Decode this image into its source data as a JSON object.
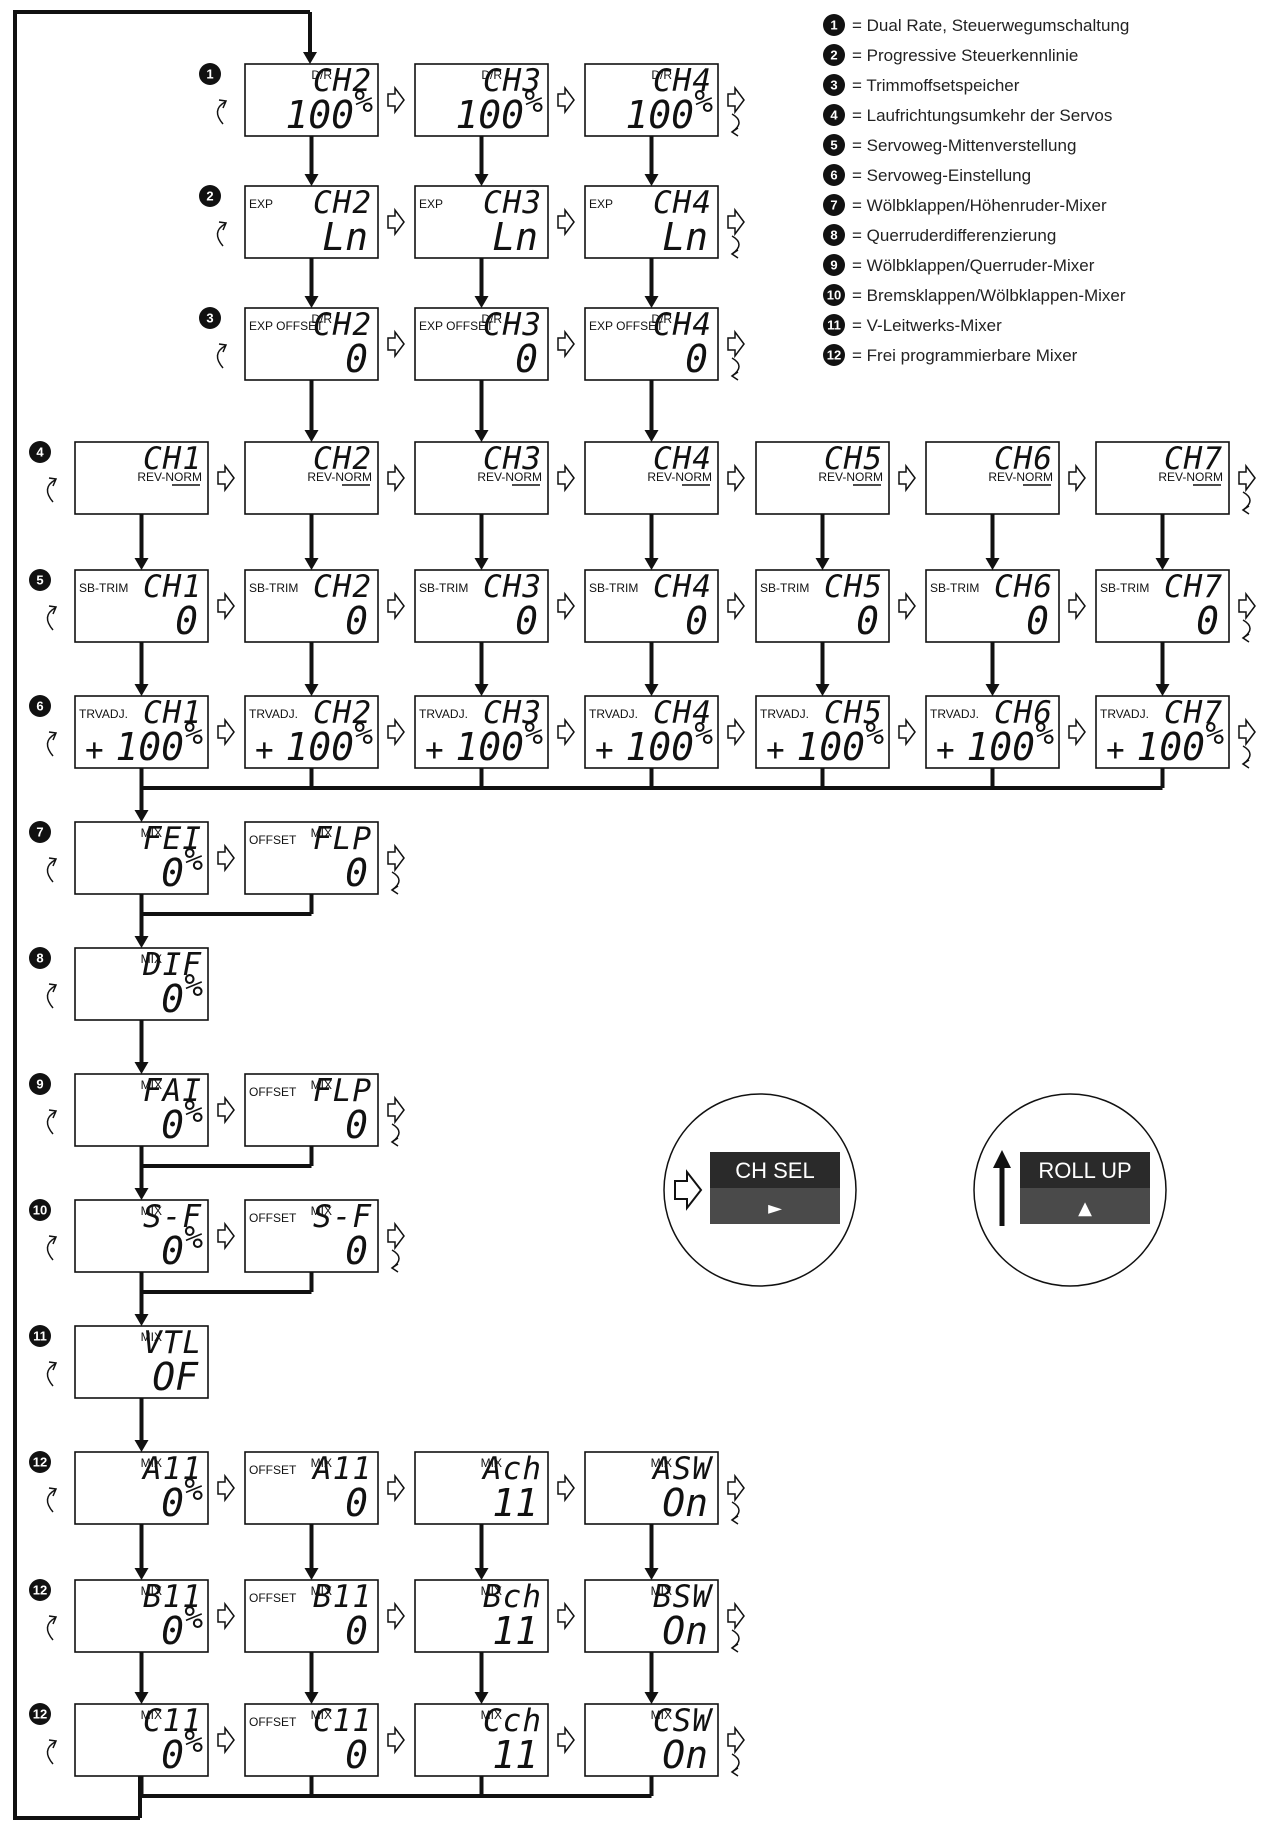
{
  "legend": [
    {
      "num": "1",
      "text": "= Dual Rate, Steuerwegumschaltung"
    },
    {
      "num": "2",
      "text": "= Progressive Steuerkennlinie"
    },
    {
      "num": "3",
      "text": "= Trimmoffsetspeicher"
    },
    {
      "num": "4",
      "text": "= Laufrichtungsumkehr der Servos"
    },
    {
      "num": "5",
      "text": "= Servoweg-Mittenverstellung"
    },
    {
      "num": "6",
      "text": "= Servoweg-Einstellung"
    },
    {
      "num": "7",
      "text": "= Wölbklappen/Höhenruder-Mixer"
    },
    {
      "num": "8",
      "text": "= Querruderdifferenzierung"
    },
    {
      "num": "9",
      "text": "= Wölbklappen/Querruder-Mixer"
    },
    {
      "num": "10",
      "text": "= Bremsklappen/Wölbklappen-Mixer"
    },
    {
      "num": "11",
      "text": "= V-Leitwerks-Mixer"
    },
    {
      "num": "12",
      "text": "= Frei programmierbare Mixer"
    }
  ],
  "rows": [
    {
      "badge": "1",
      "start": 1,
      "screens": [
        {
          "tl": "",
          "tr": "D/R",
          "ch": "CH2",
          "big": "100",
          "pre": "",
          "pct": "%"
        },
        {
          "tl": "",
          "tr": "D/R",
          "ch": "CH3",
          "big": "100",
          "pre": "",
          "pct": "%"
        },
        {
          "tl": "",
          "tr": "D/R",
          "ch": "CH4",
          "big": "100",
          "pre": "",
          "pct": "%"
        }
      ]
    },
    {
      "badge": "2",
      "start": 1,
      "screens": [
        {
          "tl": "EXP",
          "tr": "",
          "ch": "CH2",
          "big": "Ln",
          "pre": "",
          "pct": ""
        },
        {
          "tl": "EXP",
          "tr": "",
          "ch": "CH3",
          "big": "Ln",
          "pre": "",
          "pct": ""
        },
        {
          "tl": "EXP",
          "tr": "",
          "ch": "CH4",
          "big": "Ln",
          "pre": "",
          "pct": ""
        }
      ]
    },
    {
      "badge": "3",
      "start": 1,
      "screens": [
        {
          "tl": "EXP OFFSET",
          "tr": "D/R",
          "ch": "CH2",
          "big": "0",
          "pre": "",
          "pct": ""
        },
        {
          "tl": "EXP OFFSET",
          "tr": "D/R",
          "ch": "CH3",
          "big": "0",
          "pre": "",
          "pct": ""
        },
        {
          "tl": "EXP OFFSET",
          "tr": "D/R",
          "ch": "CH4",
          "big": "0",
          "pre": "",
          "pct": ""
        }
      ]
    },
    {
      "badge": "4",
      "start": 0,
      "screens": [
        {
          "tl": "",
          "tr": "",
          "ch": "CH1",
          "rev": "REV-NORM",
          "big": "",
          "pre": "",
          "pct": ""
        },
        {
          "tl": "",
          "tr": "",
          "ch": "CH2",
          "rev": "REV-NORM",
          "big": "",
          "pre": "",
          "pct": ""
        },
        {
          "tl": "",
          "tr": "",
          "ch": "CH3",
          "rev": "REV-NORM",
          "big": "",
          "pre": "",
          "pct": ""
        },
        {
          "tl": "",
          "tr": "",
          "ch": "CH4",
          "rev": "REV-NORM",
          "big": "",
          "pre": "",
          "pct": ""
        },
        {
          "tl": "",
          "tr": "",
          "ch": "CH5",
          "rev": "REV-NORM",
          "big": "",
          "pre": "",
          "pct": ""
        },
        {
          "tl": "",
          "tr": "",
          "ch": "CH6",
          "rev": "REV-NORM",
          "big": "",
          "pre": "",
          "pct": ""
        },
        {
          "tl": "",
          "tr": "",
          "ch": "CH7",
          "rev": "REV-NORM",
          "big": "",
          "pre": "",
          "pct": ""
        }
      ]
    },
    {
      "badge": "5",
      "start": 0,
      "screens": [
        {
          "tl": "SB-TRIM",
          "tr": "",
          "ch": "CH1",
          "big": "0",
          "pre": "",
          "pct": ""
        },
        {
          "tl": "SB-TRIM",
          "tr": "",
          "ch": "CH2",
          "big": "0",
          "pre": "",
          "pct": ""
        },
        {
          "tl": "SB-TRIM",
          "tr": "",
          "ch": "CH3",
          "big": "0",
          "pre": "",
          "pct": ""
        },
        {
          "tl": "SB-TRIM",
          "tr": "",
          "ch": "CH4",
          "big": "0",
          "pre": "",
          "pct": ""
        },
        {
          "tl": "SB-TRIM",
          "tr": "",
          "ch": "CH5",
          "big": "0",
          "pre": "",
          "pct": ""
        },
        {
          "tl": "SB-TRIM",
          "tr": "",
          "ch": "CH6",
          "big": "0",
          "pre": "",
          "pct": ""
        },
        {
          "tl": "SB-TRIM",
          "tr": "",
          "ch": "CH7",
          "big": "0",
          "pre": "",
          "pct": ""
        }
      ]
    },
    {
      "badge": "6",
      "start": 0,
      "screens": [
        {
          "tl": "TRVADJ.",
          "tr": "",
          "ch": "CH1",
          "big": "100",
          "pre": "+",
          "pct": "%"
        },
        {
          "tl": "TRVADJ.",
          "tr": "",
          "ch": "CH2",
          "big": "100",
          "pre": "+",
          "pct": "%"
        },
        {
          "tl": "TRVADJ.",
          "tr": "",
          "ch": "CH3",
          "big": "100",
          "pre": "+",
          "pct": "%"
        },
        {
          "tl": "TRVADJ.",
          "tr": "",
          "ch": "CH4",
          "big": "100",
          "pre": "+",
          "pct": "%"
        },
        {
          "tl": "TRVADJ.",
          "tr": "",
          "ch": "CH5",
          "big": "100",
          "pre": "+",
          "pct": "%"
        },
        {
          "tl": "TRVADJ.",
          "tr": "",
          "ch": "CH6",
          "big": "100",
          "pre": "+",
          "pct": "%"
        },
        {
          "tl": "TRVADJ.",
          "tr": "",
          "ch": "CH7",
          "big": "100",
          "pre": "+",
          "pct": "%"
        }
      ]
    },
    {
      "badge": "7",
      "start": 0,
      "screens": [
        {
          "tl": "",
          "tr": "MIX",
          "ch": "FEI",
          "big": "0",
          "pre": "",
          "pct": "%"
        },
        {
          "tl": "OFFSET",
          "tr": "MIX",
          "ch": "FLP",
          "big": "0",
          "pre": "",
          "pct": ""
        }
      ]
    },
    {
      "badge": "8",
      "start": 0,
      "screens": [
        {
          "tl": "",
          "tr": "MIX",
          "ch": "DIF",
          "big": "0",
          "pre": "",
          "pct": "%"
        }
      ]
    },
    {
      "badge": "9",
      "start": 0,
      "screens": [
        {
          "tl": "",
          "tr": "MIX",
          "ch": "FAI",
          "big": "0",
          "pre": "",
          "pct": "%"
        },
        {
          "tl": "OFFSET",
          "tr": "MIX",
          "ch": "FLP",
          "big": "0",
          "pre": "",
          "pct": ""
        }
      ]
    },
    {
      "badge": "10",
      "start": 0,
      "screens": [
        {
          "tl": "",
          "tr": "MIX",
          "ch": "S-F",
          "big": "0",
          "pre": "",
          "pct": "%"
        },
        {
          "tl": "OFFSET",
          "tr": "MIX",
          "ch": "S-F",
          "big": "0",
          "pre": "",
          "pct": ""
        }
      ]
    },
    {
      "badge": "11",
      "start": 0,
      "screens": [
        {
          "tl": "",
          "tr": "MIX",
          "ch": "VTL",
          "big": "OF",
          "pre": "",
          "pct": ""
        }
      ]
    },
    {
      "badge": "12",
      "start": 0,
      "screens": [
        {
          "tl": "",
          "tr": "MIX",
          "ch": "A11",
          "big": "0",
          "pre": "",
          "pct": "%"
        },
        {
          "tl": "OFFSET",
          "tr": "MIX",
          "ch": "A11",
          "big": "0",
          "pre": "",
          "pct": ""
        },
        {
          "tl": "",
          "tr": "MIX",
          "ch": "Ach",
          "big": "11",
          "pre": "",
          "pct": ""
        },
        {
          "tl": "",
          "tr": "MIX",
          "ch": "ASW",
          "big": "On",
          "pre": "",
          "pct": ""
        }
      ]
    },
    {
      "badge": "12",
      "start": 0,
      "screens": [
        {
          "tl": "",
          "tr": "MIX",
          "ch": "B11",
          "big": "0",
          "pre": "",
          "pct": "%"
        },
        {
          "tl": "OFFSET",
          "tr": "MIX",
          "ch": "B11",
          "big": "0",
          "pre": "",
          "pct": ""
        },
        {
          "tl": "",
          "tr": "MIX",
          "ch": "Bch",
          "big": "11",
          "pre": "",
          "pct": ""
        },
        {
          "tl": "",
          "tr": "MIX",
          "ch": "BSW",
          "big": "On",
          "pre": "",
          "pct": ""
        }
      ]
    },
    {
      "badge": "12",
      "start": 0,
      "screens": [
        {
          "tl": "",
          "tr": "MIX",
          "ch": "C11",
          "big": "0",
          "pre": "",
          "pct": "%"
        },
        {
          "tl": "OFFSET",
          "tr": "MIX",
          "ch": "C11",
          "big": "0",
          "pre": "",
          "pct": ""
        },
        {
          "tl": "",
          "tr": "MIX",
          "ch": "Cch",
          "big": "11",
          "pre": "",
          "pct": ""
        },
        {
          "tl": "",
          "tr": "MIX",
          "ch": "CSW",
          "big": "On",
          "pre": "",
          "pct": ""
        }
      ]
    }
  ],
  "keys": [
    {
      "label": "CH SEL",
      "glyph": "►",
      "side_icon": "hollow-arrow-right-icon"
    },
    {
      "label": "ROLL UP",
      "glyph": "▲",
      "side_icon": "arrow-up-icon"
    }
  ],
  "colors": {
    "line": "#111111",
    "key_top": "#2a2a2a",
    "key_bottom": "#4a4a4a",
    "key_text": "#ffffff"
  }
}
